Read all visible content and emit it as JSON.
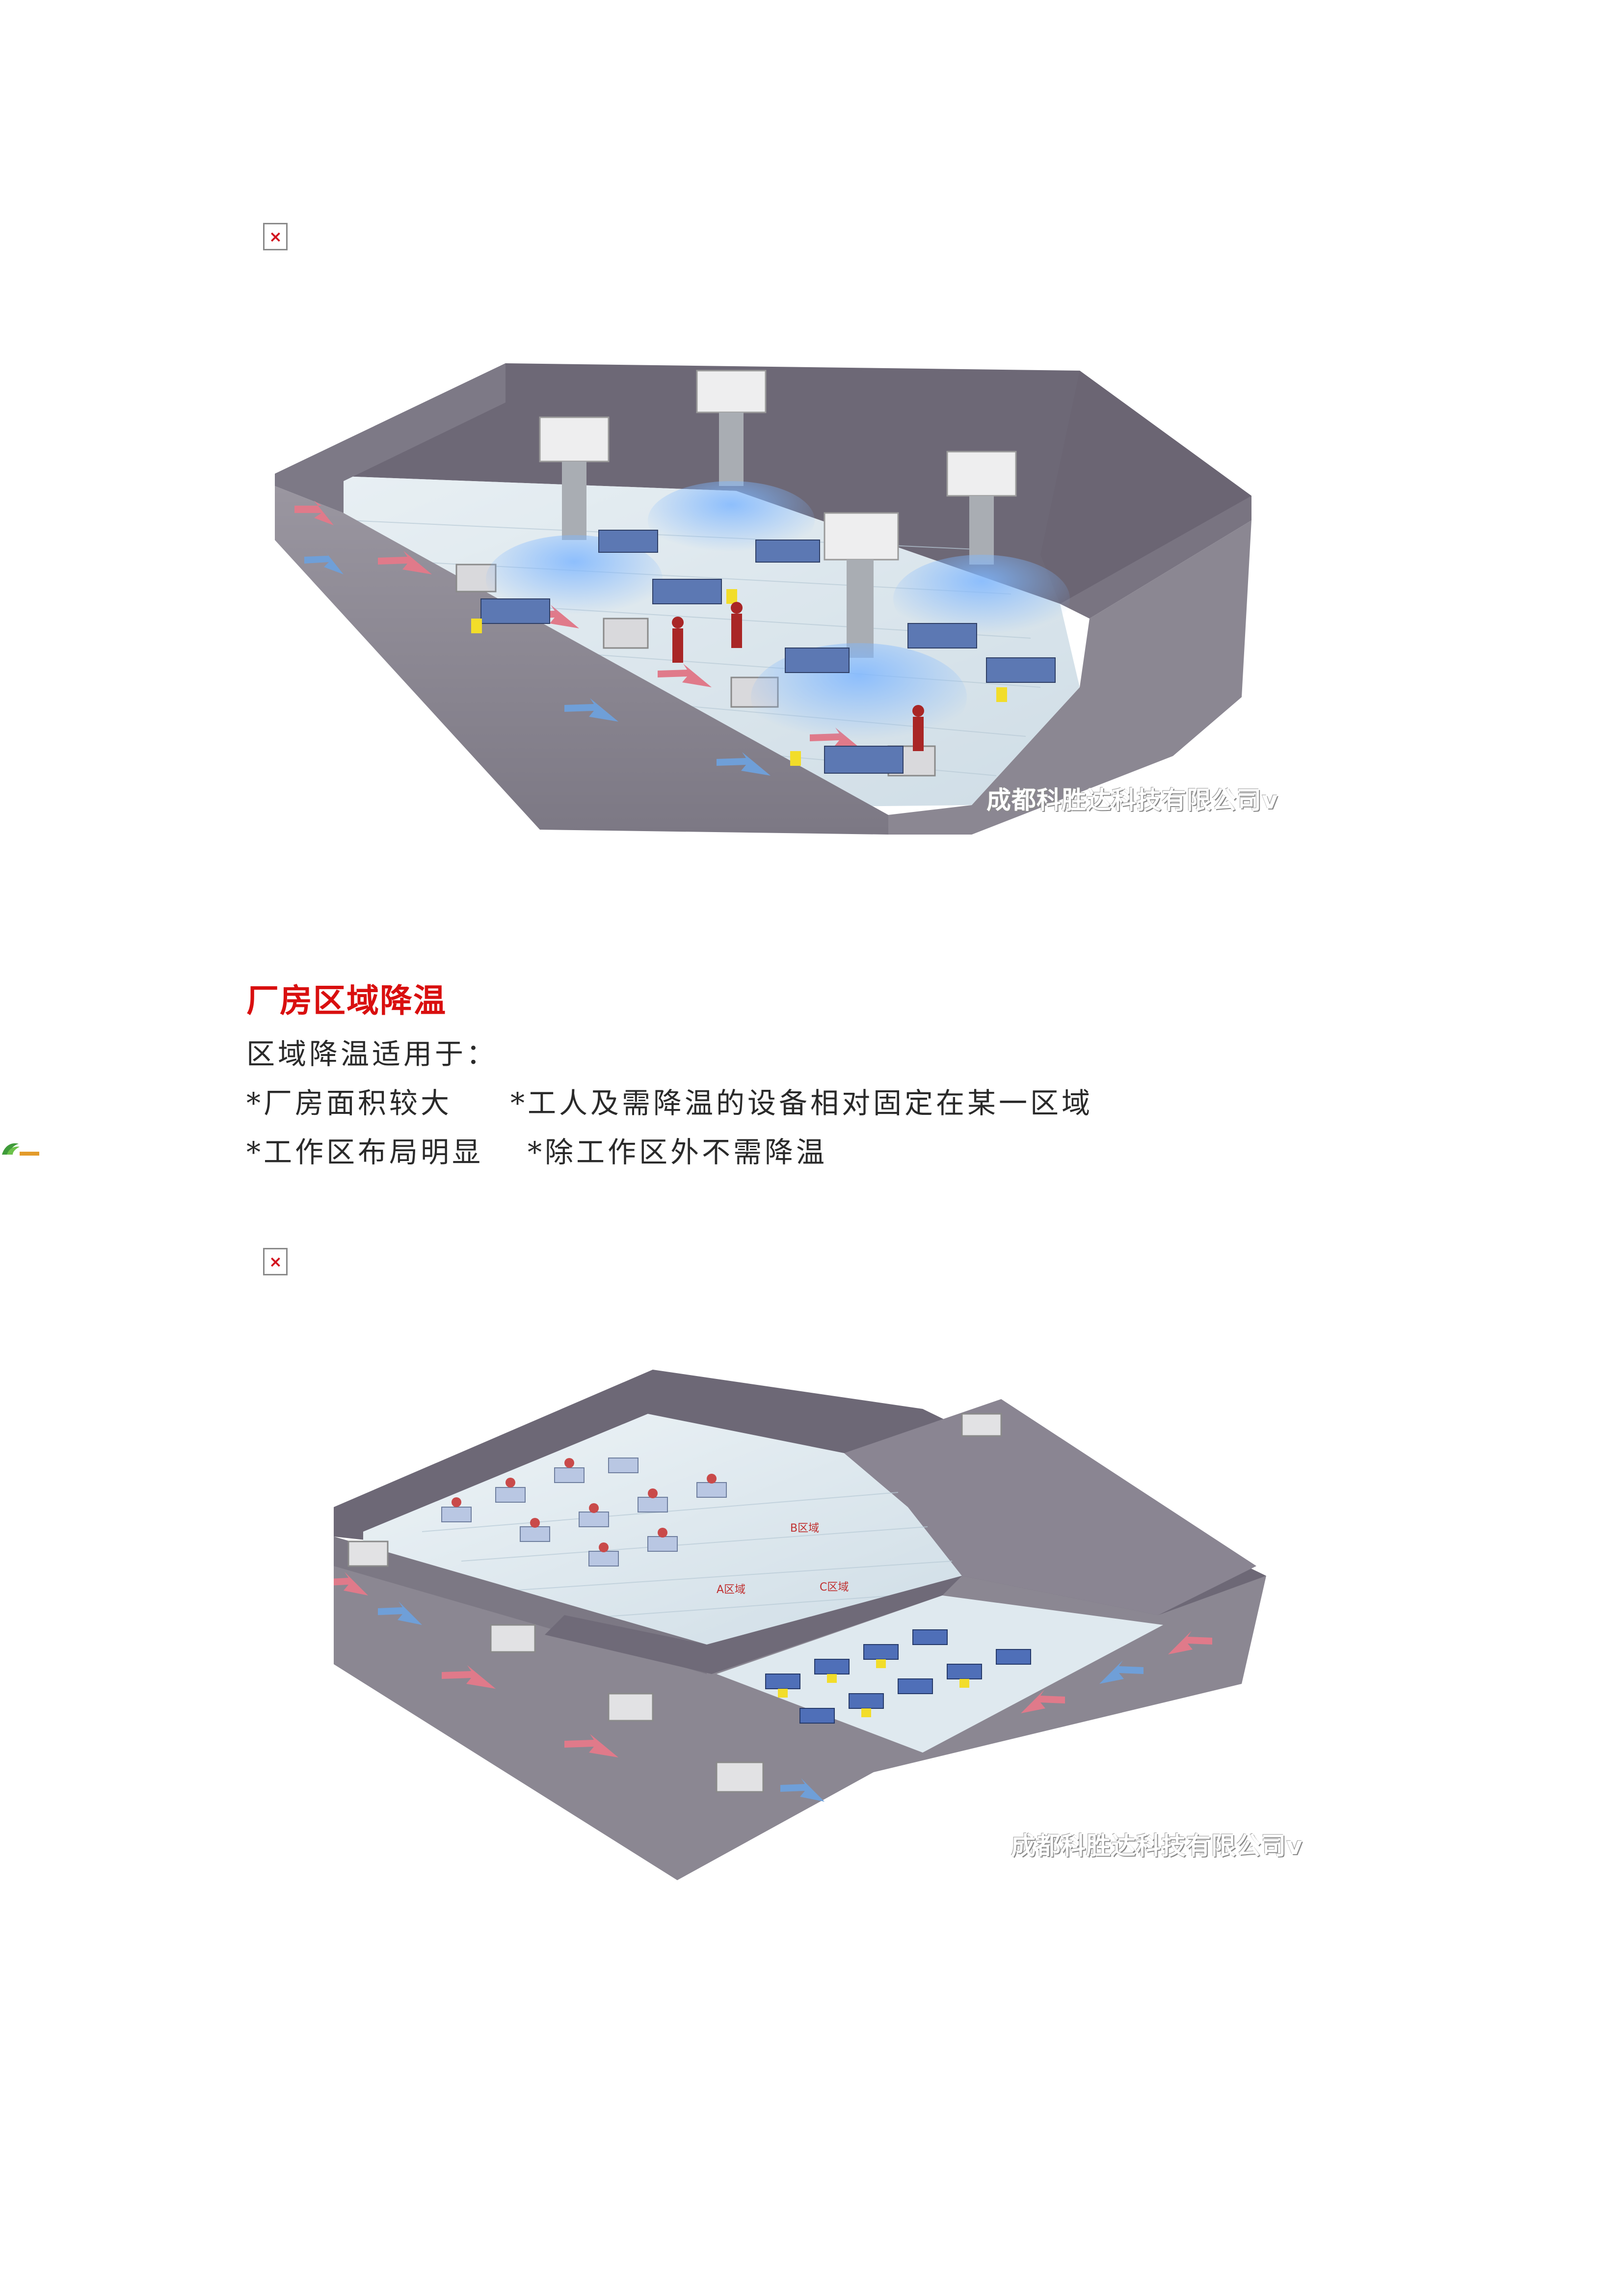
{
  "heading": "厂房区域降温",
  "intro": "区域降温适用于：",
  "bullets": {
    "row1_left": "*厂房面积较大",
    "row1_right": "*工人及需降温的设备相对固定在某一区域",
    "row2_left": "*工作区布局明显",
    "row2_right": "*除工作区外不需降温"
  },
  "watermark_text": "成都科胜达科技有限公司v",
  "diagram2_labels": {
    "zone_a": "A区域",
    "zone_b": "B区域",
    "zone_c": "C区域"
  },
  "colors": {
    "heading": "#d90f0f",
    "roof": "#6f6a78",
    "wall": "#8c8893",
    "floor": "#e6eef2",
    "air_out": "#e07a8a",
    "air_in": "#6f9fd8"
  }
}
